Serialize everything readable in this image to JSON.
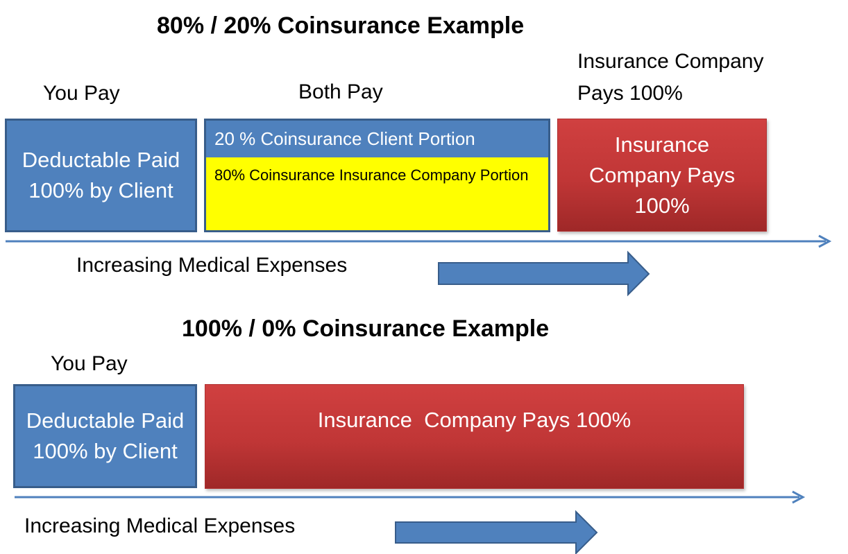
{
  "example1": {
    "title": "80% / 20% Coinsurance Example",
    "you_pay": "You Pay",
    "both_pay": "Both Pay",
    "insurer_pays_label": "Insurance Company Pays 100%",
    "deductible_box": "Deductable Paid 100% by Client",
    "client_portion": "20 % Coinsurance Client Portion",
    "insurer_portion": "80% Coinsurance  Insurance  Company Portion",
    "insurer_box": "Insurance Company Pays 100%",
    "axis_label": "Increasing Medical Expenses"
  },
  "example2": {
    "title": "100% / 0% Coinsurance Example",
    "you_pay": "You Pay",
    "deductible_box": "Deductable Paid 100% by Client",
    "insurer_box": "Insurance  Company Pays 100%",
    "axis_label": "Increasing Medical Expenses"
  },
  "colors": {
    "client_blue": "#4f81bd",
    "client_blue_border": "#385d8a",
    "insurer_red": "#c0392b",
    "coinsurance_yellow": "#ffff00"
  }
}
